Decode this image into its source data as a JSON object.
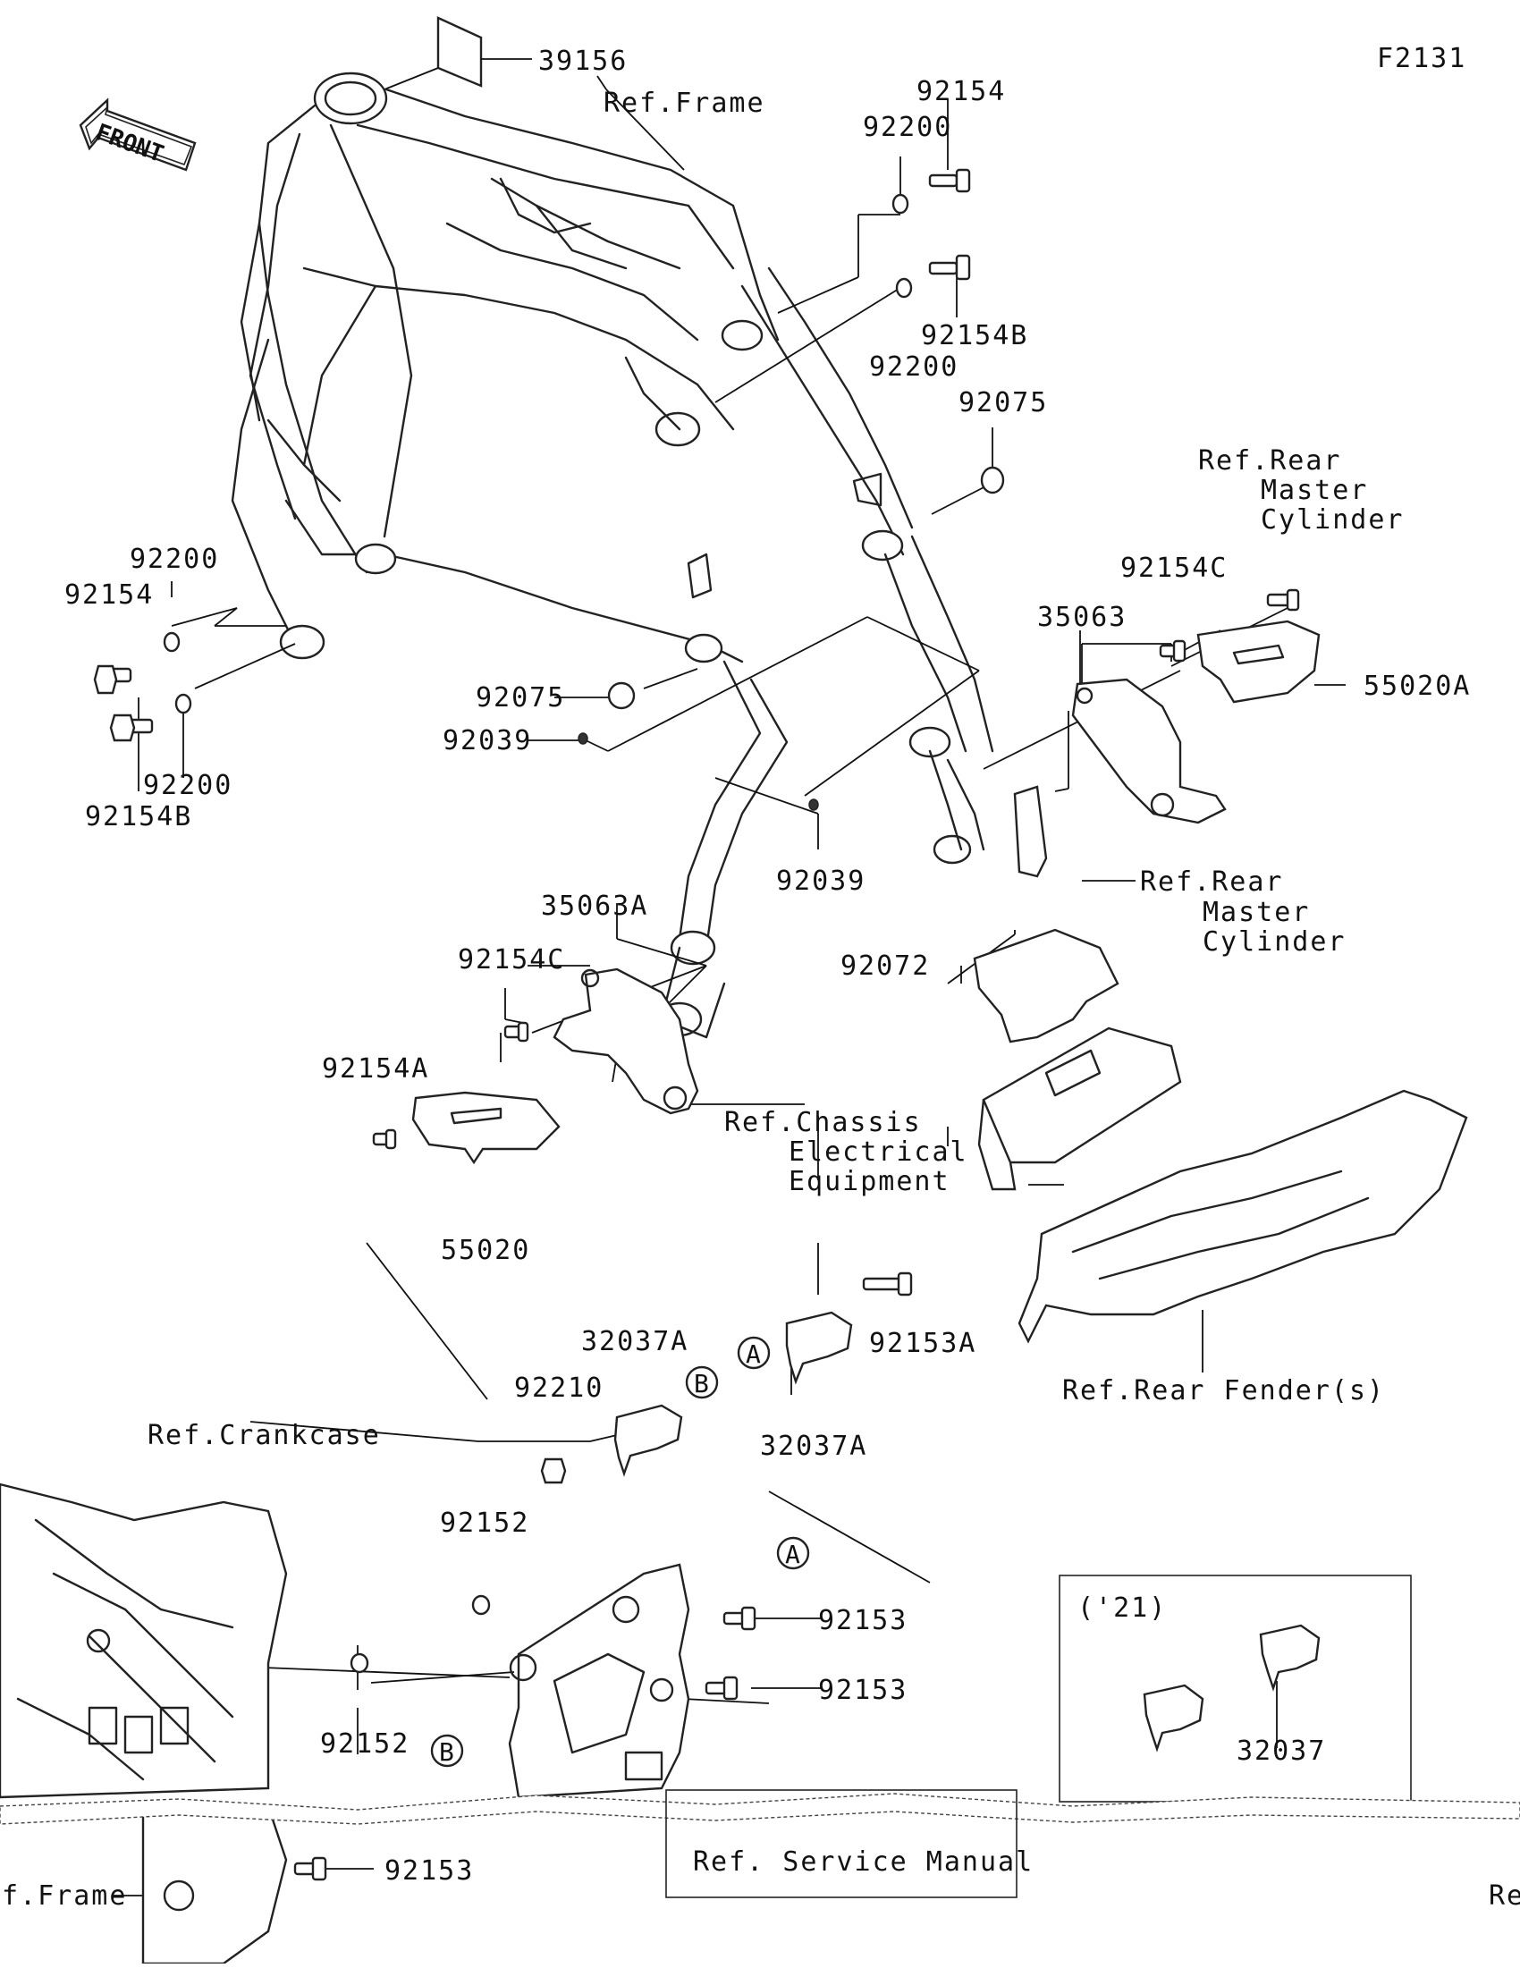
{
  "diagram_id": "F2131",
  "front_arrow": "FRONT",
  "labels": {
    "p39156": "39156",
    "ref_frame_top": "Ref.Frame",
    "p92154_top": "92154",
    "p92200_top1": "92200",
    "p92154b_top": "92154B",
    "p92200_top2": "92200",
    "p92075_top": "92075",
    "ref_rear_mc_top": [
      "Ref.Rear",
      "Master",
      "Cylinder"
    ],
    "p92154c_r": "92154C",
    "p35063": "35063",
    "p55020a": "55020A",
    "p92200_l1": "92200",
    "p92154_l": "92154",
    "p92154b_l": "92154B",
    "p92200_l2": "92200",
    "p92075_mid": "92075",
    "p92039_l": "92039",
    "p92039_r": "92039",
    "ref_rear_mc_mid": [
      "Ref.Rear",
      "Master",
      "Cylinder"
    ],
    "p35063a": "35063A",
    "p92154c_l": "92154C",
    "p92072": "92072",
    "p92154a": "92154A",
    "ref_chassis": [
      "Ref.Chassis",
      "Electrical",
      "Equipment"
    ],
    "p55020": "55020",
    "p32037a_l": "32037A",
    "p92153a": "92153A",
    "p32037a_r": "32037A",
    "p92210": "92210",
    "ref_rear_fender": "Ref.Rear Fender(s)",
    "ref_crankcase": "Ref.Crankcase",
    "p92152_top": "92152",
    "p92153_1": "92153",
    "p92153_2": "92153",
    "p92152_bot": "92152",
    "inset_year": "('21)",
    "p32037": "32037",
    "p92153_3": "92153",
    "ref_frame_bot": "f.Frame",
    "ref_service_manual": "Ref. Service Manual",
    "ref_cut_right": "Re",
    "marker_a": "A",
    "marker_b": "B"
  }
}
